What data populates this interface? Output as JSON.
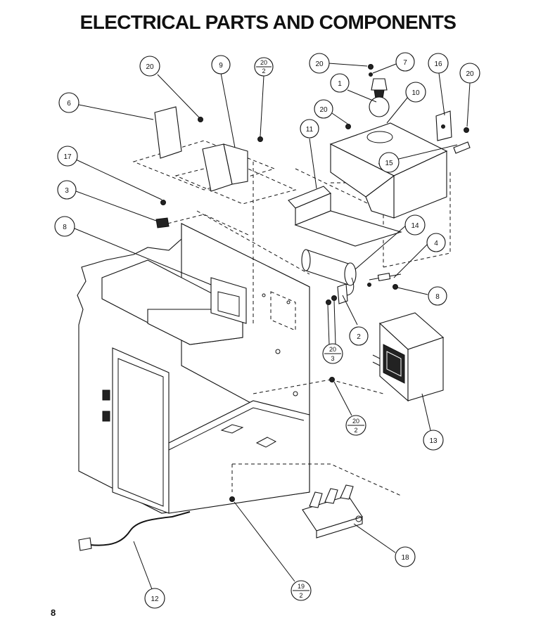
{
  "title": "ELECTRICAL PARTS AND COMPONENTS",
  "page_number": "8",
  "callouts": [
    {
      "id": "c20a",
      "label": "20"
    },
    {
      "id": "c9",
      "label": "9"
    },
    {
      "id": "c20-2a",
      "label": "20",
      "sub": "2"
    },
    {
      "id": "c20b",
      "label": "20"
    },
    {
      "id": "c7",
      "label": "7"
    },
    {
      "id": "c16",
      "label": "16"
    },
    {
      "id": "c20c",
      "label": "20"
    },
    {
      "id": "c6",
      "label": "6"
    },
    {
      "id": "c1",
      "label": "1"
    },
    {
      "id": "c10",
      "label": "10"
    },
    {
      "id": "c20d",
      "label": "20"
    },
    {
      "id": "c11",
      "label": "11"
    },
    {
      "id": "c17",
      "label": "17"
    },
    {
      "id": "c15",
      "label": "15"
    },
    {
      "id": "c3",
      "label": "3"
    },
    {
      "id": "c8a",
      "label": "8"
    },
    {
      "id": "c14",
      "label": "14"
    },
    {
      "id": "c4",
      "label": "4"
    },
    {
      "id": "c8b",
      "label": "8"
    },
    {
      "id": "c2",
      "label": "2"
    },
    {
      "id": "c20-3",
      "label": "20",
      "sub": "3"
    },
    {
      "id": "c20-2b",
      "label": "20",
      "sub": "2"
    },
    {
      "id": "c13",
      "label": "13"
    },
    {
      "id": "c18",
      "label": "18"
    },
    {
      "id": "c12",
      "label": "12"
    },
    {
      "id": "c19-2",
      "label": "19",
      "sub": "2"
    }
  ]
}
